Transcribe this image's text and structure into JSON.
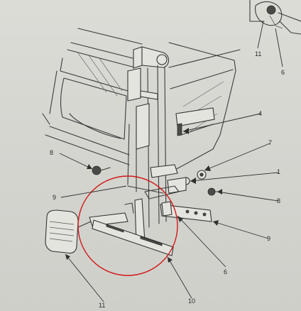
{
  "diagram": {
    "callouts": [
      "11",
      "6",
      "4",
      "7",
      "1",
      "8",
      "9",
      "8",
      "9",
      "6",
      "11",
      "10"
    ],
    "colors": {
      "paper": "#d7d7d2",
      "ink": "#333333",
      "highlight_circle": "#d01818"
    }
  }
}
